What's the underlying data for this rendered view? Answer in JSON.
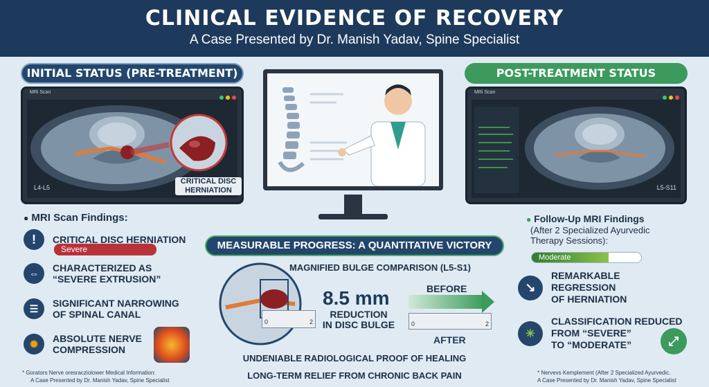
{
  "header": {
    "title": "CLINICAL EVIDENCE OF RECOVERY",
    "subtitle": "A Case Presented by Dr. Manish Yadav, Spine Specialist"
  },
  "left": {
    "pill": "INITIAL STATUS (PRE-TREATMENT)",
    "monitor_label": "MRi Scan",
    "level": "L4-L5",
    "callout": [
      "CRITICAL DISC",
      "HERNIATION"
    ],
    "findings_title": "MRI Scan Findings:",
    "items": [
      {
        "text": "CRITICAL DISC HERNIATION",
        "badge": "Severe"
      },
      {
        "text1": "CHARACTERIZED AS",
        "text2": "“SEVERE EXTRUSION”"
      },
      {
        "text1": "SIGNIFICANT NARROWING",
        "text2": "OF SPINAL CANAL"
      },
      {
        "text1": "ABSOLUTE NERVE",
        "text2": "COMPRESSION"
      }
    ],
    "footnote1": "* Gorators Nerve oresracziolower Medical Information:",
    "footnote2": "A Case Presented by Dr. Manish Yadav, Spine Specialist"
  },
  "right": {
    "pill": "POST-TREATMENT STATUS",
    "monitor_label": "MRi Scan",
    "level": "L5-S11",
    "findings_title": "Follow-Up MRI Findings",
    "findings_sub1": "(After 2 Specialized Ayurvedic",
    "findings_sub2": "Therapy Sessions):",
    "badge": "Moderate",
    "items": [
      {
        "text1": "REMARKABLE",
        "text2": "REGRESSION",
        "text3": "OF HERNIATION"
      },
      {
        "text1": "CLASSIFICATION REDUCED",
        "text2": "FROM “SEVERE”",
        "text3": "TO “MODERATE”"
      }
    ],
    "footnote1": "* Nervevs Kemplement (After 2 Specialized Ayurvedic.",
    "footnote2": "A Case Presented by Dr. Manish Yadav, Spine Specialist"
  },
  "center": {
    "progress_title": "MEASURABLE PROGRESS: A QUANTITATIVE VICTORY",
    "compare_title": "MAGNIFIED BULGE COMPARISON (L5-S1)",
    "value": "8.5 mm",
    "reduction1": "REDUCTION",
    "reduction2": "IN DISC BULGE",
    "before": "BEFORE",
    "after": "AFTER",
    "ruler_start": "0",
    "ruler_end": "2",
    "bottom1": "UNDENIABLE RADIOLOGICAL PROOF OF HEALING",
    "bottom2": "LONG-TERM RELIEF FROM CHRONIC BACK PAIN"
  },
  "colors": {
    "navy": "#1d3a5c",
    "green": "#3b9a5c",
    "severe": "#b8323a",
    "moderate": "#4caf50"
  }
}
